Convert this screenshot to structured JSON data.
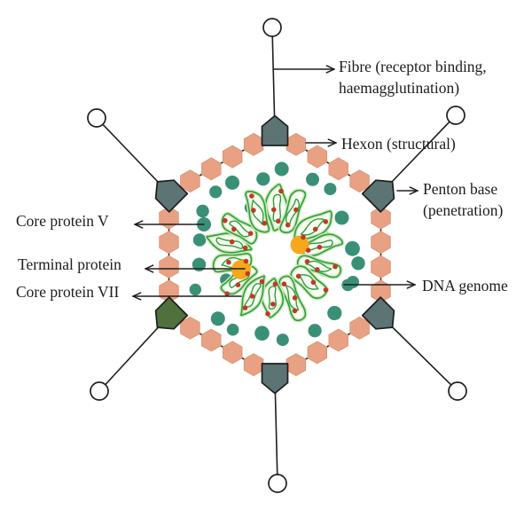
{
  "figure": {
    "background": "#ffffff"
  },
  "labels": {
    "fibre": {
      "line1": "Fibre (receptor binding,",
      "line2": "haemagglutination)"
    },
    "hexon": "Hexon (structural)",
    "penton_base": {
      "line1": "Penton base",
      "line2": "(penetration)"
    },
    "core_protein_v": "Core protein V",
    "terminal_protein": "Terminal protein",
    "core_protein_vii": "Core protein VII",
    "dna_genome": "DNA genome"
  },
  "colors": {
    "outline": "#1e1e1e",
    "hexon_fill": "#e9a184",
    "hexon_edge": "#d8906e",
    "penton_fill": "#5c7473",
    "penton_green_fill": "#50703c",
    "knob_fill": "#ffffff",
    "dna_green": "#2f9e37",
    "dna_glow": "#cde9bf",
    "petal_fill": "#f7fcf3",
    "core_v_teal": "#3a9077",
    "core_vii_red": "#c03a27",
    "terminal_orange": "#f7a71e"
  }
}
